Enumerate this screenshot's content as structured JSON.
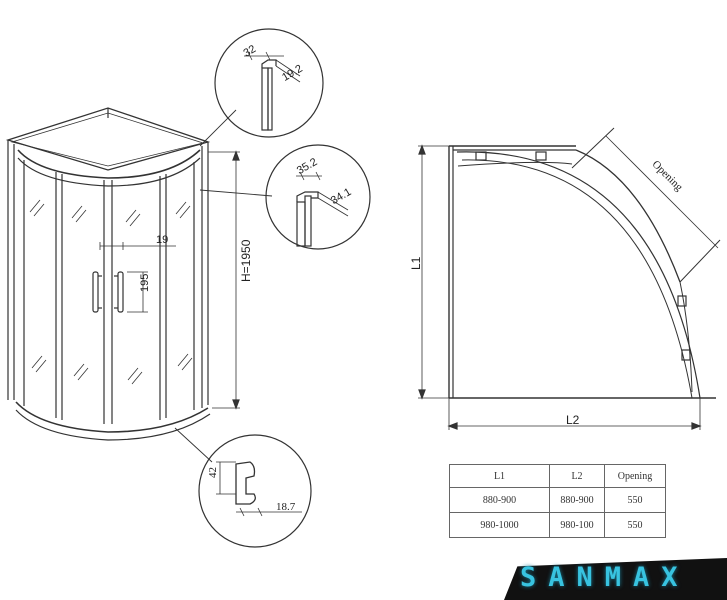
{
  "detail_top": {
    "dim_a": "32",
    "dim_b": "19.2"
  },
  "detail_mid": {
    "dim_a": "35.2",
    "dim_b": "34.1"
  },
  "detail_bottom": {
    "dim_a": "42",
    "dim_b": "18.7"
  },
  "front_view": {
    "handle_gap": "19",
    "handle_height": "195",
    "height_label": "H=1950"
  },
  "plan_view": {
    "l1_label": "L1",
    "l2_label": "L2",
    "opening_label": "Opening"
  },
  "size_table": {
    "headers": [
      "L1",
      "L2",
      "Opening"
    ],
    "rows": [
      [
        "880-900",
        "880-900",
        "550"
      ],
      [
        "980-1000",
        "980-100",
        "550"
      ]
    ]
  },
  "brand": {
    "name": "SANMAX",
    "color": "#38c3e0"
  }
}
